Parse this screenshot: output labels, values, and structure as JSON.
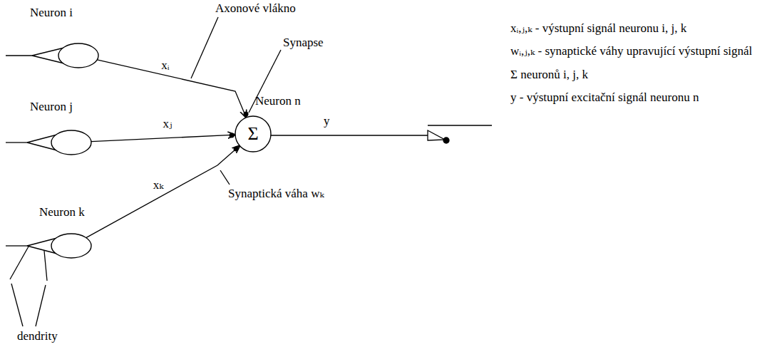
{
  "diagram": {
    "nodes": [
      {
        "text": [
          "Neuron i"
        ]
      },
      {
        "text": [
          "Neuron j"
        ]
      },
      {
        "text": [
          "Neuron k"
        ]
      },
      {
        "text": [
          "Neuron n",
          "Σ"
        ]
      }
    ],
    "edges": [
      {
        "from": 0,
        "to": 3,
        "label": "xᵢ",
        "arrow": "to"
      },
      {
        "from": 1,
        "to": 3,
        "label": "xⱼ",
        "arrow": "to"
      },
      {
        "from": 2,
        "to": 3,
        "label": "xₖ",
        "arrow": "to"
      }
    ],
    "labels": [
      "Axonové vlákno",
      "Synapse",
      "Synaptická váha wₖ",
      "dendrity",
      "y"
    ],
    "legend": [
      {
        "text": "xᵢ,ⱼ,ₖ - výstupní signál neuronu i, j, k"
      },
      {
        "text": "wᵢ,ⱼ,ₖ - synaptické váhy upravující výstupní signál"
      },
      {
        "text": "Σ neuronů i, j, k"
      },
      {
        "text": "y - výstupní excitační signál neuronu n"
      }
    ]
  }
}
